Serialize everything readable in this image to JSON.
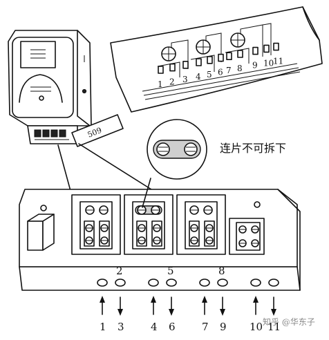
{
  "caption": "连片不可拆下",
  "seal_label": "509",
  "upper_terminal_numbers": [
    "1",
    "2",
    "3",
    "4",
    "5",
    "6",
    "7",
    "8",
    "9",
    "10",
    "11"
  ],
  "lower_terminal_groups": [
    {
      "middle": "2",
      "left_arrow": "1",
      "right_arrow": "3"
    },
    {
      "middle": "5",
      "left_arrow": "4",
      "right_arrow": "6"
    },
    {
      "middle": "8",
      "left_arrow": "7",
      "right_arrow": "9"
    },
    {
      "middle": "",
      "left_arrow": "10",
      "right_arrow": "11"
    }
  ],
  "watermark": "知乎 @华东子"
}
